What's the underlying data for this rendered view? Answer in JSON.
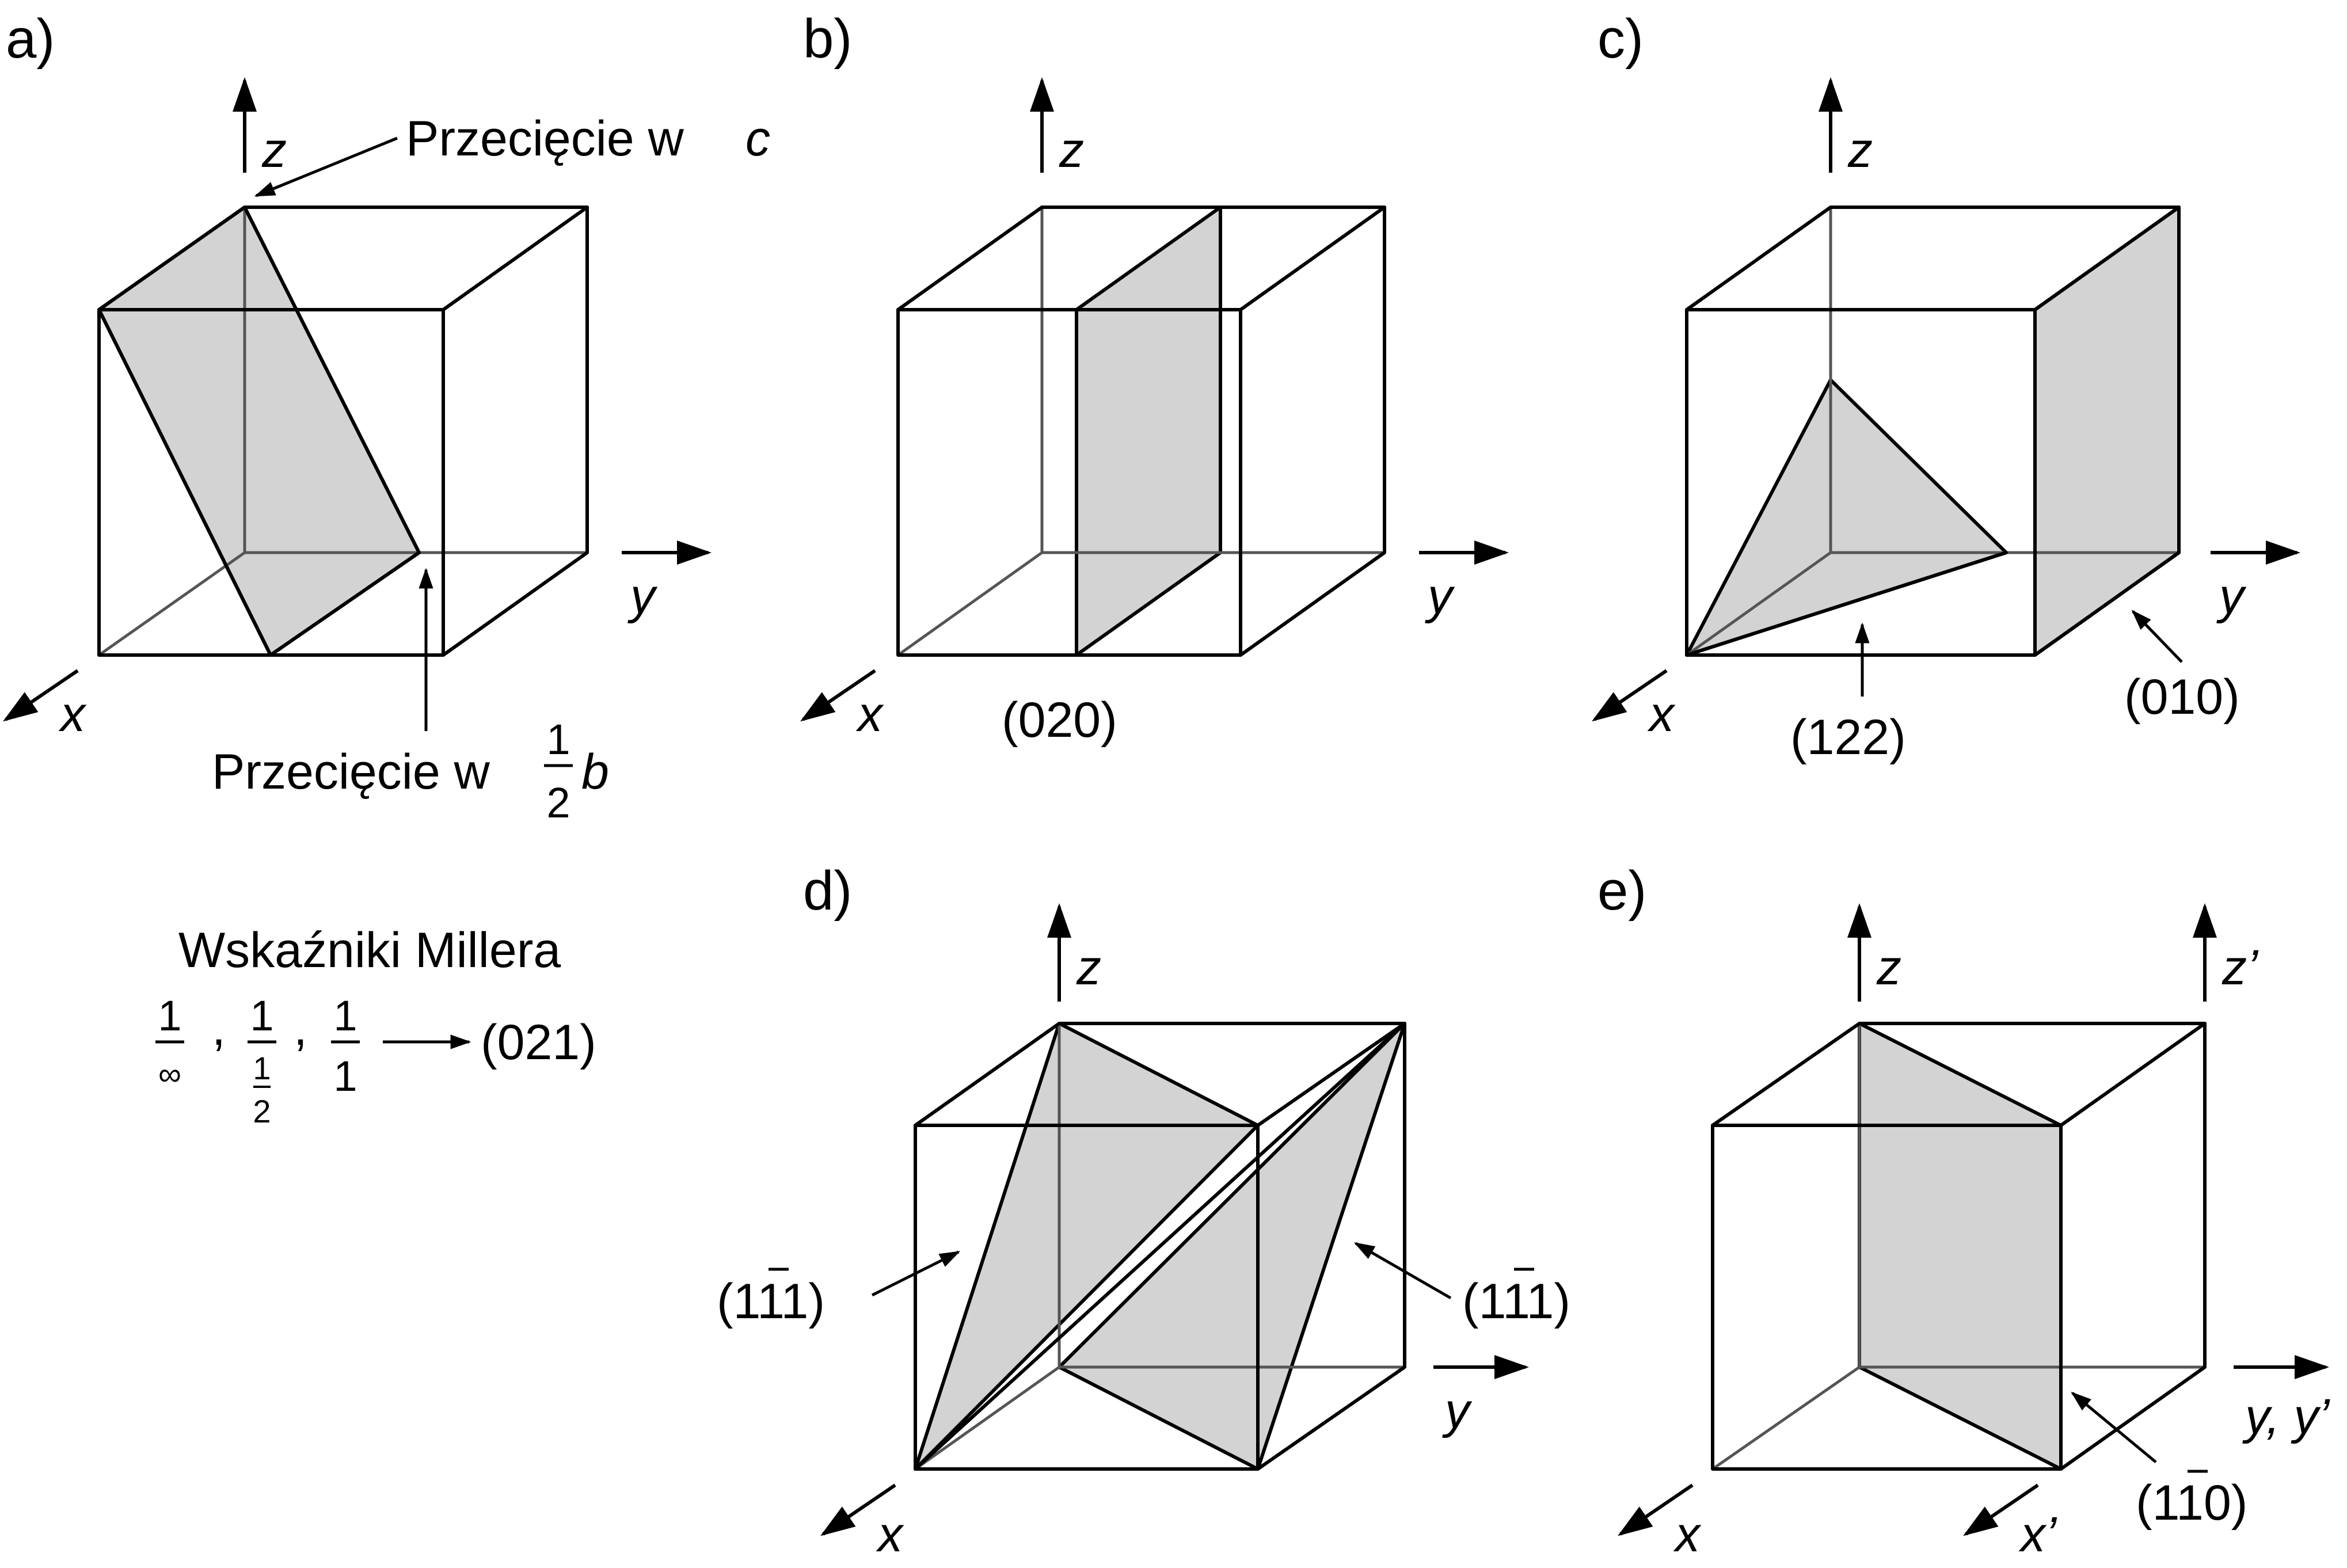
{
  "panels": {
    "a": {
      "letter": "a)",
      "z": "z",
      "y": "y",
      "x": "x",
      "callout_c_text": "Przecięcie w",
      "callout_c_var": "c",
      "callout_b_text": "Przecięcie w",
      "callout_b_num": "1",
      "callout_b_den": "2",
      "callout_b_var": "b"
    },
    "b": {
      "letter": "b)",
      "z": "z",
      "y": "y",
      "x": "x",
      "plane_label": "(020)"
    },
    "c": {
      "letter": "c)",
      "z": "z",
      "y": "y",
      "x": "x",
      "plane_label_1": "(122)",
      "plane_label_2": "(010)"
    },
    "d": {
      "letter": "d)",
      "z": "z",
      "y": "y",
      "x": "x",
      "left_label_open": "(1",
      "left_label_bar": "1",
      "left_label_close": "1)",
      "right_label_open": "(1",
      "right_label_bar": "1",
      "right_label_close": "1)"
    },
    "e": {
      "letter": "e)",
      "z": "z",
      "z_prime": "z’",
      "y": "y, y’",
      "x": "x",
      "x_prime": "x’",
      "label_open": "(1",
      "label_bar": "1",
      "label_close": "0)"
    }
  },
  "miller": {
    "title": "Wskaźniki Millera",
    "f1_num": "1",
    "f1_den": "∞",
    "f2_num": "1",
    "f2_den_num": "1",
    "f2_den_den": "2",
    "f3_num": "1",
    "f3_den": "1",
    "comma": ",",
    "result": "(021)"
  },
  "colors": {
    "plane_fill": "#d3d3d3",
    "line": "#000000"
  }
}
